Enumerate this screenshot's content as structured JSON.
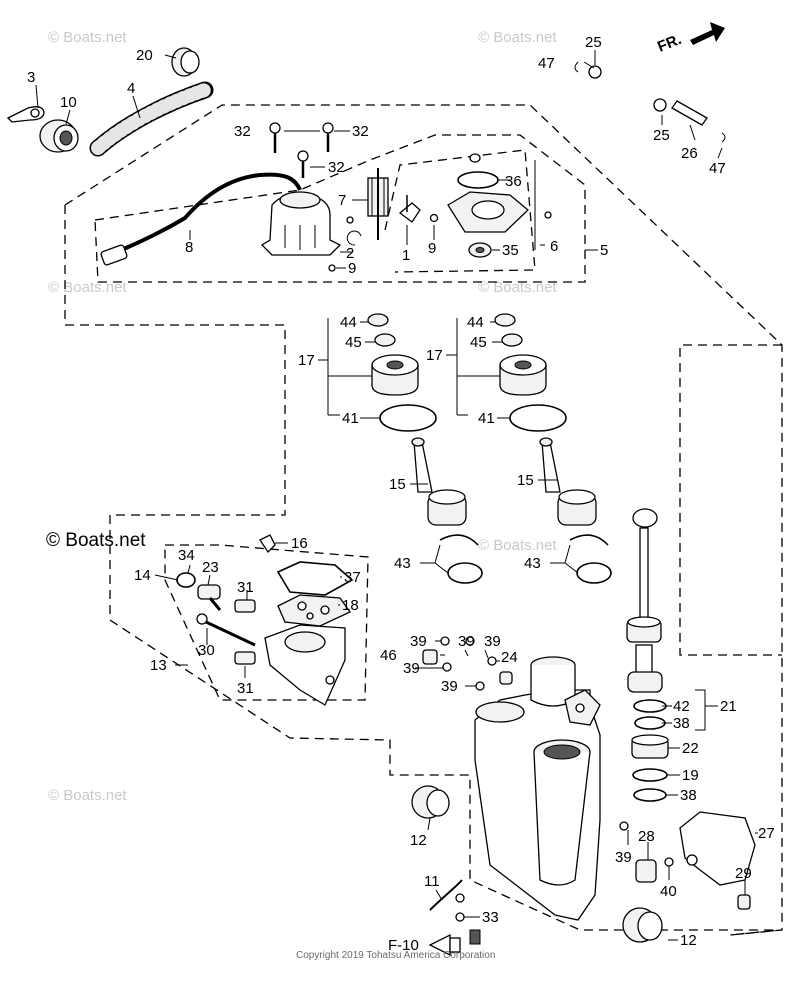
{
  "watermark": {
    "text": "© Boats.net",
    "main_text": "© Boats.net"
  },
  "copyright": "Copyright 2019 Tohatsu America Corporation",
  "direction_label": "FR.",
  "reference_label": "F-10",
  "callouts": {
    "c1": "1",
    "c2": "2",
    "c3": "3",
    "c4": "4",
    "c5": "5",
    "c6": "6",
    "c7": "7",
    "c8": "8",
    "c9a": "9",
    "c9b": "9",
    "c10": "10",
    "c11": "11",
    "c12a": "12",
    "c12b": "12",
    "c13": "13",
    "c14": "14",
    "c15a": "15",
    "c15b": "15",
    "c16": "16",
    "c17a": "17",
    "c17b": "17",
    "c18": "18",
    "c19": "19",
    "c20": "20",
    "c21": "21",
    "c22": "22",
    "c23": "23",
    "c24": "24",
    "c25a": "25",
    "c25b": "25",
    "c26": "26",
    "c27": "27",
    "c28": "28",
    "c29": "29",
    "c30": "30",
    "c31a": "31",
    "c31b": "31",
    "c32a": "32",
    "c32b": "32",
    "c32c": "32",
    "c33": "33",
    "c34": "34",
    "c35": "35",
    "c36": "36",
    "c37": "37",
    "c38a": "38",
    "c38b": "38",
    "c39a": "39",
    "c39b": "39",
    "c39c": "39",
    "c39d": "39",
    "c39e": "39",
    "c40": "40",
    "c41a": "41",
    "c41b": "41",
    "c42": "42",
    "c43a": "43",
    "c43b": "43",
    "c44a": "44",
    "c44b": "44",
    "c45a": "45",
    "c45b": "45",
    "c46": "46",
    "c47a": "47",
    "c47b": "47"
  }
}
